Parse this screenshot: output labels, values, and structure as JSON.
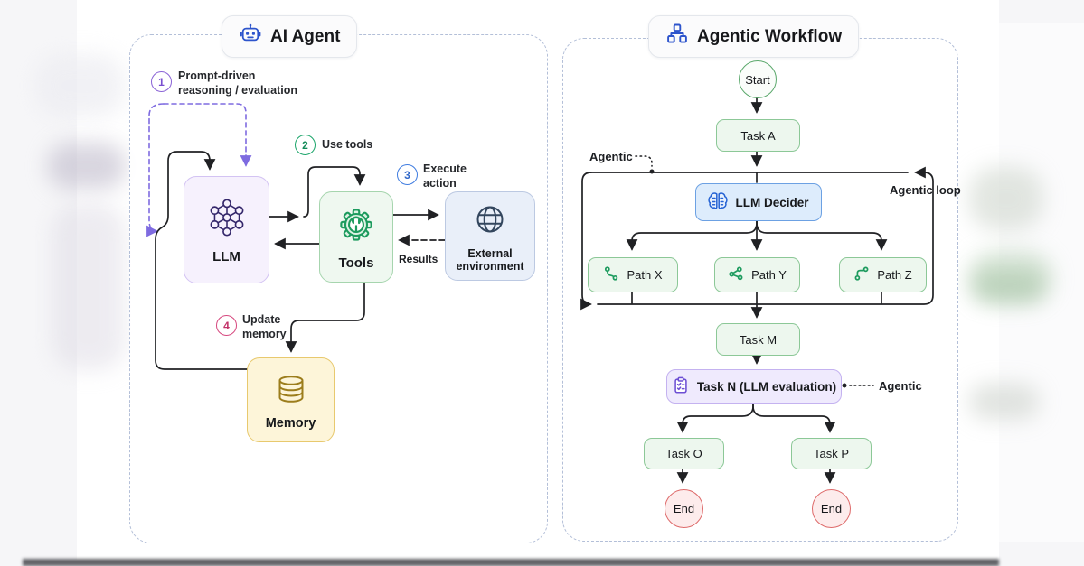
{
  "agent_panel": {
    "title": "AI Agent",
    "step1": {
      "num": "1",
      "line1": "Prompt-driven",
      "line2": "reasoning / evaluation"
    },
    "step2": {
      "num": "2",
      "line1": "Use tools"
    },
    "step3": {
      "num": "3",
      "line1": "Execute",
      "line2": "action"
    },
    "step4": {
      "num": "4",
      "line1": "Update",
      "line2": "memory"
    },
    "llm": "LLM",
    "tools": "Tools",
    "external_line1": "External",
    "external_line2": "environment",
    "memory": "Memory",
    "results": "Results"
  },
  "workflow_panel": {
    "title": "Agentic Workflow",
    "start": "Start",
    "task_a": "Task A",
    "agentic_label": "Agentic",
    "agentic_loop_label": "Agentic loop",
    "decider": "LLM Decider",
    "path_x": "Path X",
    "path_y": "Path Y",
    "path_z": "Path Z",
    "task_m": "Task M",
    "task_n": "Task N (LLM evaluation)",
    "agentic_right_label": "Agentic",
    "task_o": "Task O",
    "task_p": "Task P",
    "end_left": "End",
    "end_right": "End"
  },
  "colors": {
    "step1_purple": "#8a63d6",
    "step2_green": "#1ba56a",
    "step3_blue": "#3f7ce0",
    "step4_pink": "#d6477e",
    "icon_blue": "#2d54cc",
    "tools_green": "#1d9b5e",
    "llm_indigo": "#34276b",
    "globe_navy": "#33465e",
    "memory_gold": "#9c7d1c",
    "decider_blue": "#2563d4",
    "taskn_purple": "#6d4fd4",
    "arrow_black": "#202124",
    "dashed_purple": "#7e6be0"
  }
}
